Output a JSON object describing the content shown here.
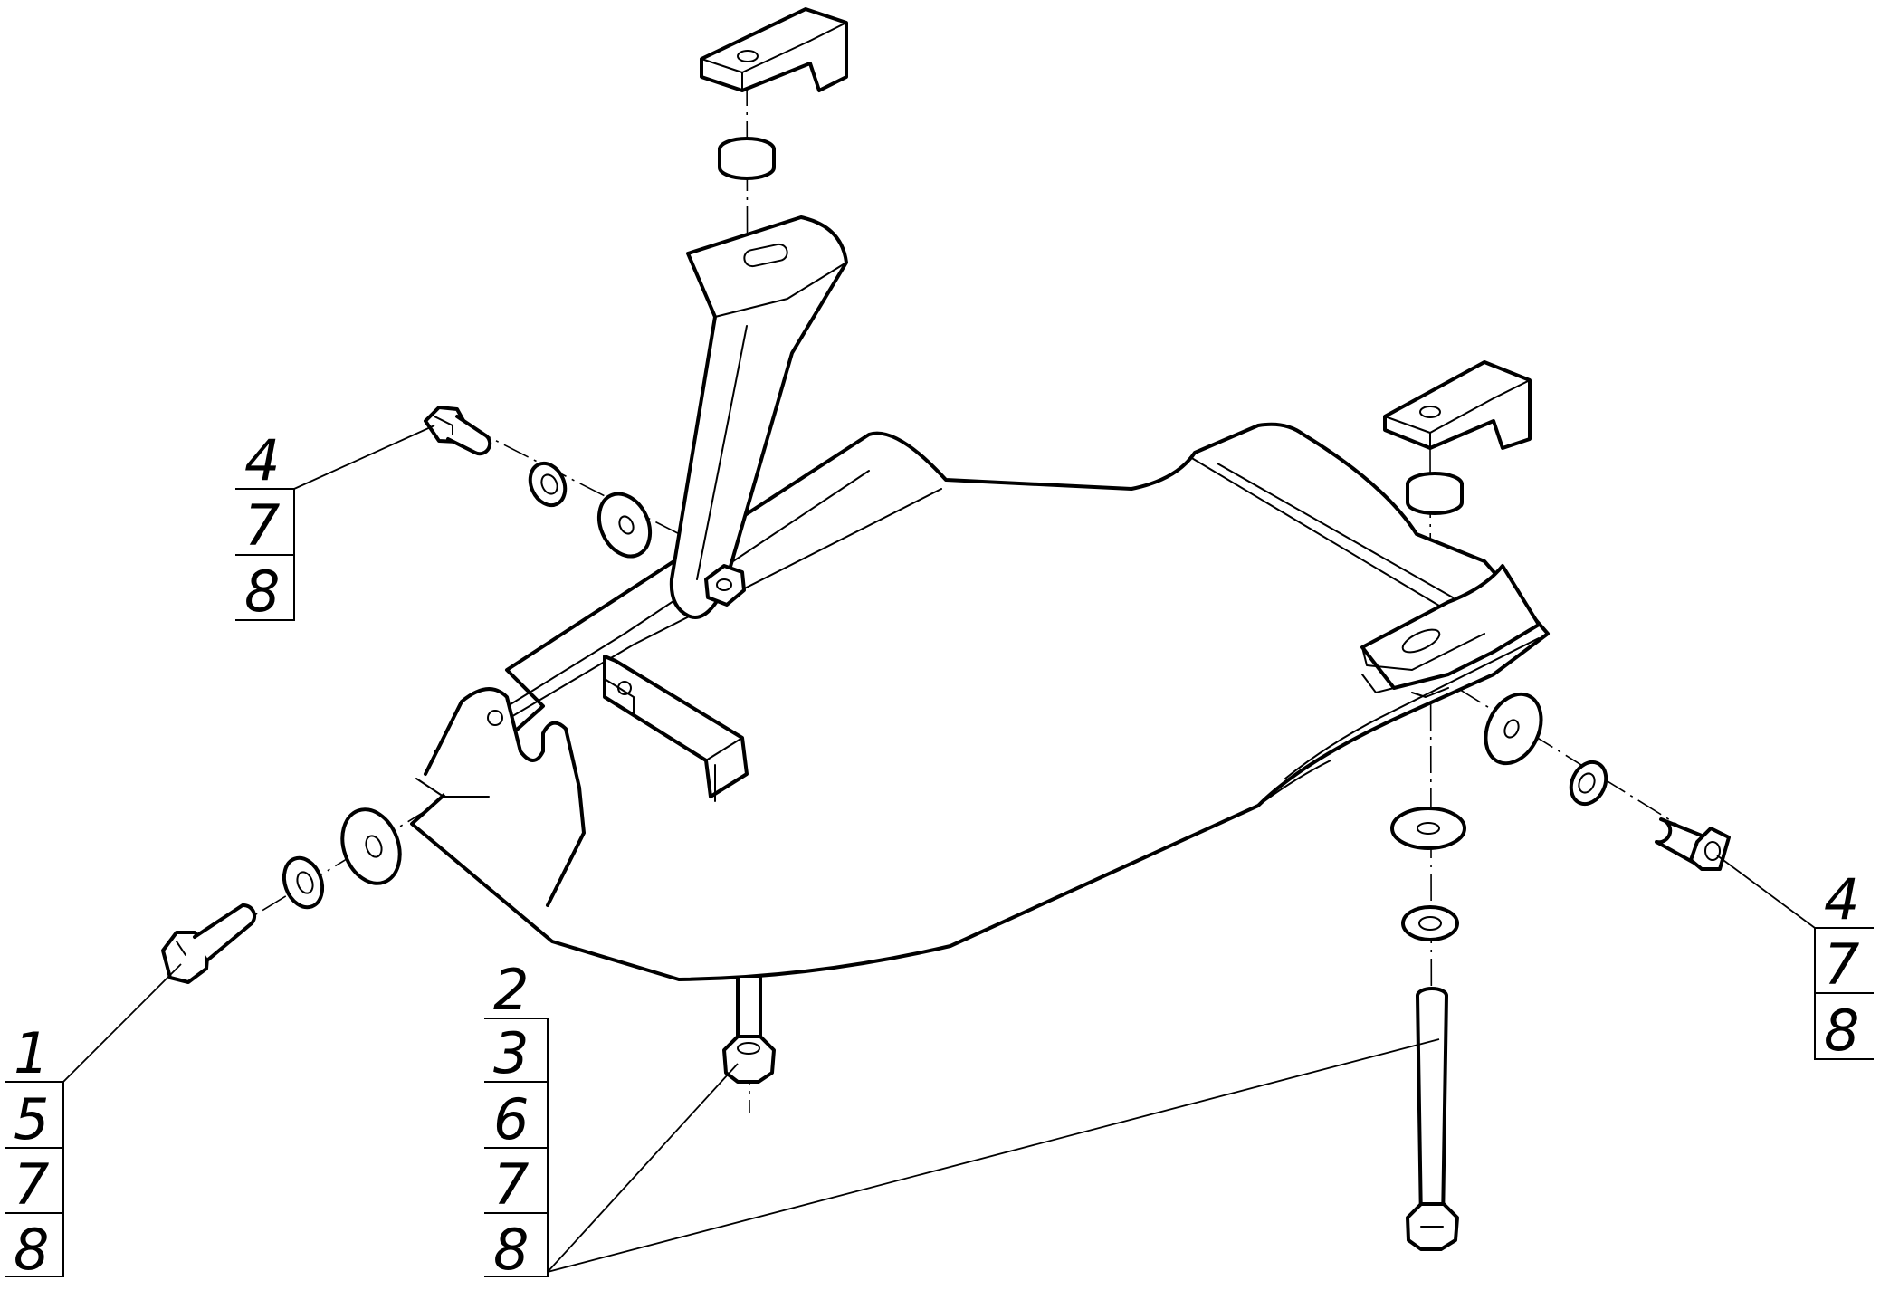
{
  "callouts": {
    "top_left": [
      "4",
      "7",
      "8"
    ],
    "right": [
      "4",
      "7",
      "8"
    ],
    "bottom_left": [
      "1",
      "5",
      "7",
      "8"
    ],
    "bottom_center": [
      "2",
      "3",
      "6",
      "7",
      "8"
    ]
  },
  "colors": {
    "line": "#000000",
    "background": "#ffffff"
  }
}
